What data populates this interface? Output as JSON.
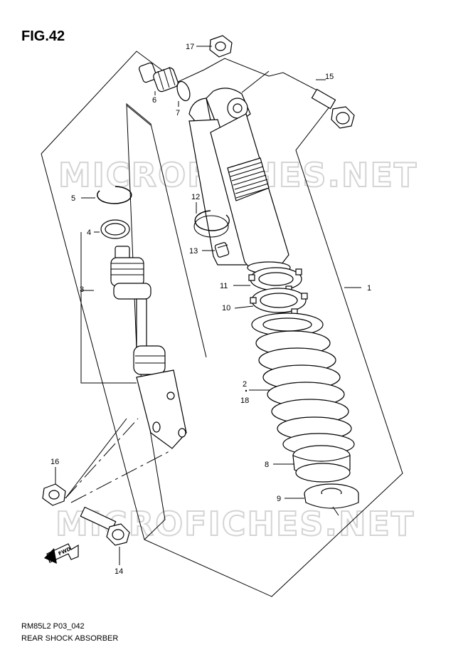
{
  "figure": {
    "title": "FIG.42"
  },
  "footer": {
    "code": "RM85L2 P03_042",
    "name": "REAR SHOCK ABSORBER"
  },
  "watermark": "MICROFICHES.NET",
  "callouts": [
    "1",
    "2",
    "18",
    "3",
    "4",
    "5",
    "6",
    "7",
    "8",
    "9",
    "10",
    "11",
    "12",
    "13",
    "14",
    "15",
    "16",
    "17"
  ],
  "fwd_label": "FWD"
}
